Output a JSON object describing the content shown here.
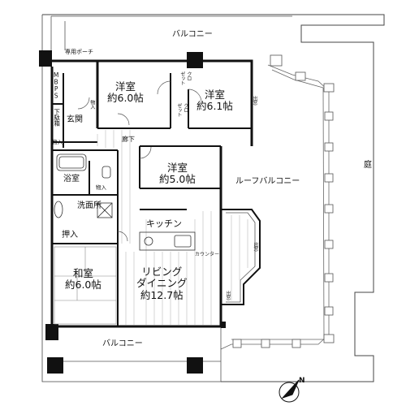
{
  "rooms": {
    "western1": {
      "name": "洋室",
      "size": "約6.0帖"
    },
    "western2": {
      "name": "洋室",
      "size": "約6.1帖"
    },
    "western3": {
      "name": "洋室",
      "size": "約5.0帖"
    },
    "japanese": {
      "name": "和室",
      "size": "約6.0帖"
    },
    "ldk": {
      "line1": "リビング",
      "line2": "ダイニング",
      "line3": "約12.7帖"
    },
    "kitchen": "キッチン",
    "bath": "浴室",
    "washroom": "洗面所",
    "hall": "玄関",
    "corridor": "廊下"
  },
  "outdoor": {
    "balcony_top": "バルコニー",
    "balcony_bottom": "バルコニー",
    "roof_balcony": "ルーフバルコニー",
    "garden": "庭",
    "private_porch": "専用ポーチ"
  },
  "storage": {
    "mbps": "MBPS",
    "shoe_box": "下駄箱",
    "closet": "クロゼット",
    "closet_short": "クロ",
    "closet_short2": "ゼット",
    "oshiire": "押入",
    "mono_in": "物入",
    "bay_window": "出窓",
    "counter": "カウンター"
  },
  "compass": {
    "label": "N",
    "icon": "north-arrow-icon"
  }
}
